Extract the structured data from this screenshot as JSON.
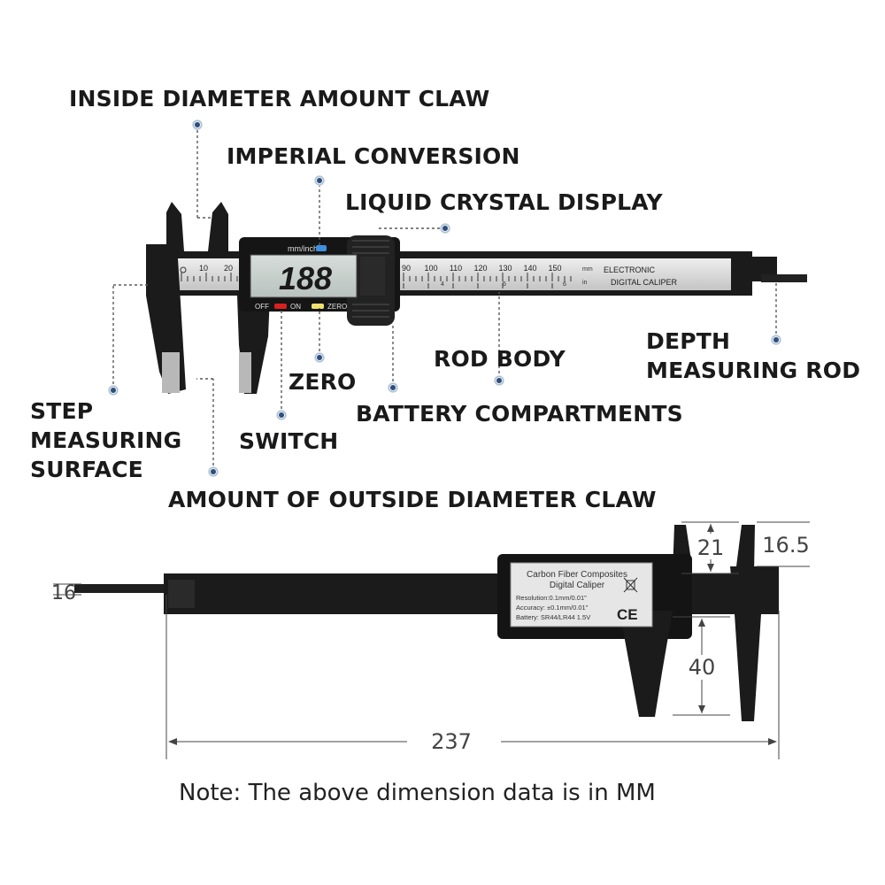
{
  "labels": {
    "inside_claw": "INSIDE DIAMETER AMOUNT CLAW",
    "imperial": "IMPERIAL CONVERSION",
    "lcd": "LIQUID CRYSTAL DISPLAY",
    "depth_line1": "DEPTH",
    "depth_line2": "MEASURING ROD",
    "rod_body": "ROD BODY",
    "zero": "ZERO",
    "battery": "BATTERY COMPARTMENTS",
    "step_line1": "STEP",
    "step_line2": "MEASURING",
    "step_line3": "SURFACE",
    "switch": "SWITCH",
    "outside_claw": "AMOUNT OF OUTSIDE DIAMETER CLAW"
  },
  "front": {
    "unit_button": "mm/inch",
    "display_value": "188",
    "off": "OFF",
    "on": "ON",
    "zero": "ZERO",
    "brand_line1": "ELECTRONIC",
    "brand_line2": "DIGITAL CALIPER",
    "unit_mm": "mm",
    "unit_in": "in",
    "scale_left": [
      "10",
      "20"
    ],
    "scale_right": [
      "90",
      "100",
      "110",
      "120",
      "130",
      "140",
      "150"
    ],
    "inch_marks": [
      "4",
      "5",
      "6"
    ]
  },
  "back": {
    "plate_line1": "Carbon Fiber Composites",
    "plate_line2": "Digital Caliper",
    "plate_line3": "Resolution:0.1mm/0.01\"",
    "plate_line4": "Accuracy: ±0.1mm/0.01\"",
    "plate_line5": "Battery: SR44/LR44 1.5V",
    "ce_mark": "CE"
  },
  "dimensions": {
    "d16": "16",
    "d21": "21",
    "d16_5": "16.5",
    "d40": "40",
    "d237": "237"
  },
  "note": "Note: The above dimension data is in MM",
  "colors": {
    "body": "#1b1b1b",
    "ruler": "#d9d9d9",
    "lcd": "#c9d2cf",
    "leader": "#5a5a5a",
    "dot": "#3b5f8a"
  }
}
